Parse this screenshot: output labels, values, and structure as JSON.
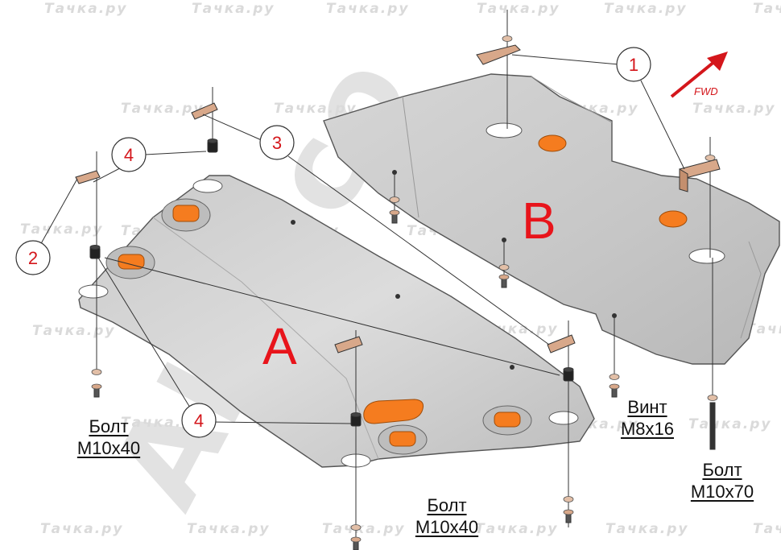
{
  "watermark_text": "Тачка.ру",
  "background_logo": "ALFeco",
  "panels": [
    {
      "id": "panel-a",
      "letter": "A"
    },
    {
      "id": "panel-b",
      "letter": "B"
    }
  ],
  "callouts": [
    "1",
    "2",
    "3",
    "4",
    "4"
  ],
  "fwd_label": "FWD",
  "labels": {
    "bolt_left": {
      "name": "Болт",
      "size": "M10x40"
    },
    "bolt_center": {
      "name": "Болт",
      "size": "M10x40"
    },
    "screw": {
      "name": "Винт",
      "size": "M8x16"
    },
    "bolt_right": {
      "name": "Болт",
      "size": "M10x70"
    }
  },
  "colors": {
    "panel_fill": "#d0d0d0",
    "panel_stroke": "#555555",
    "pad_orange": "#f57c1f",
    "callout_red": "#d4161b",
    "bracket": "#d8a88a"
  }
}
